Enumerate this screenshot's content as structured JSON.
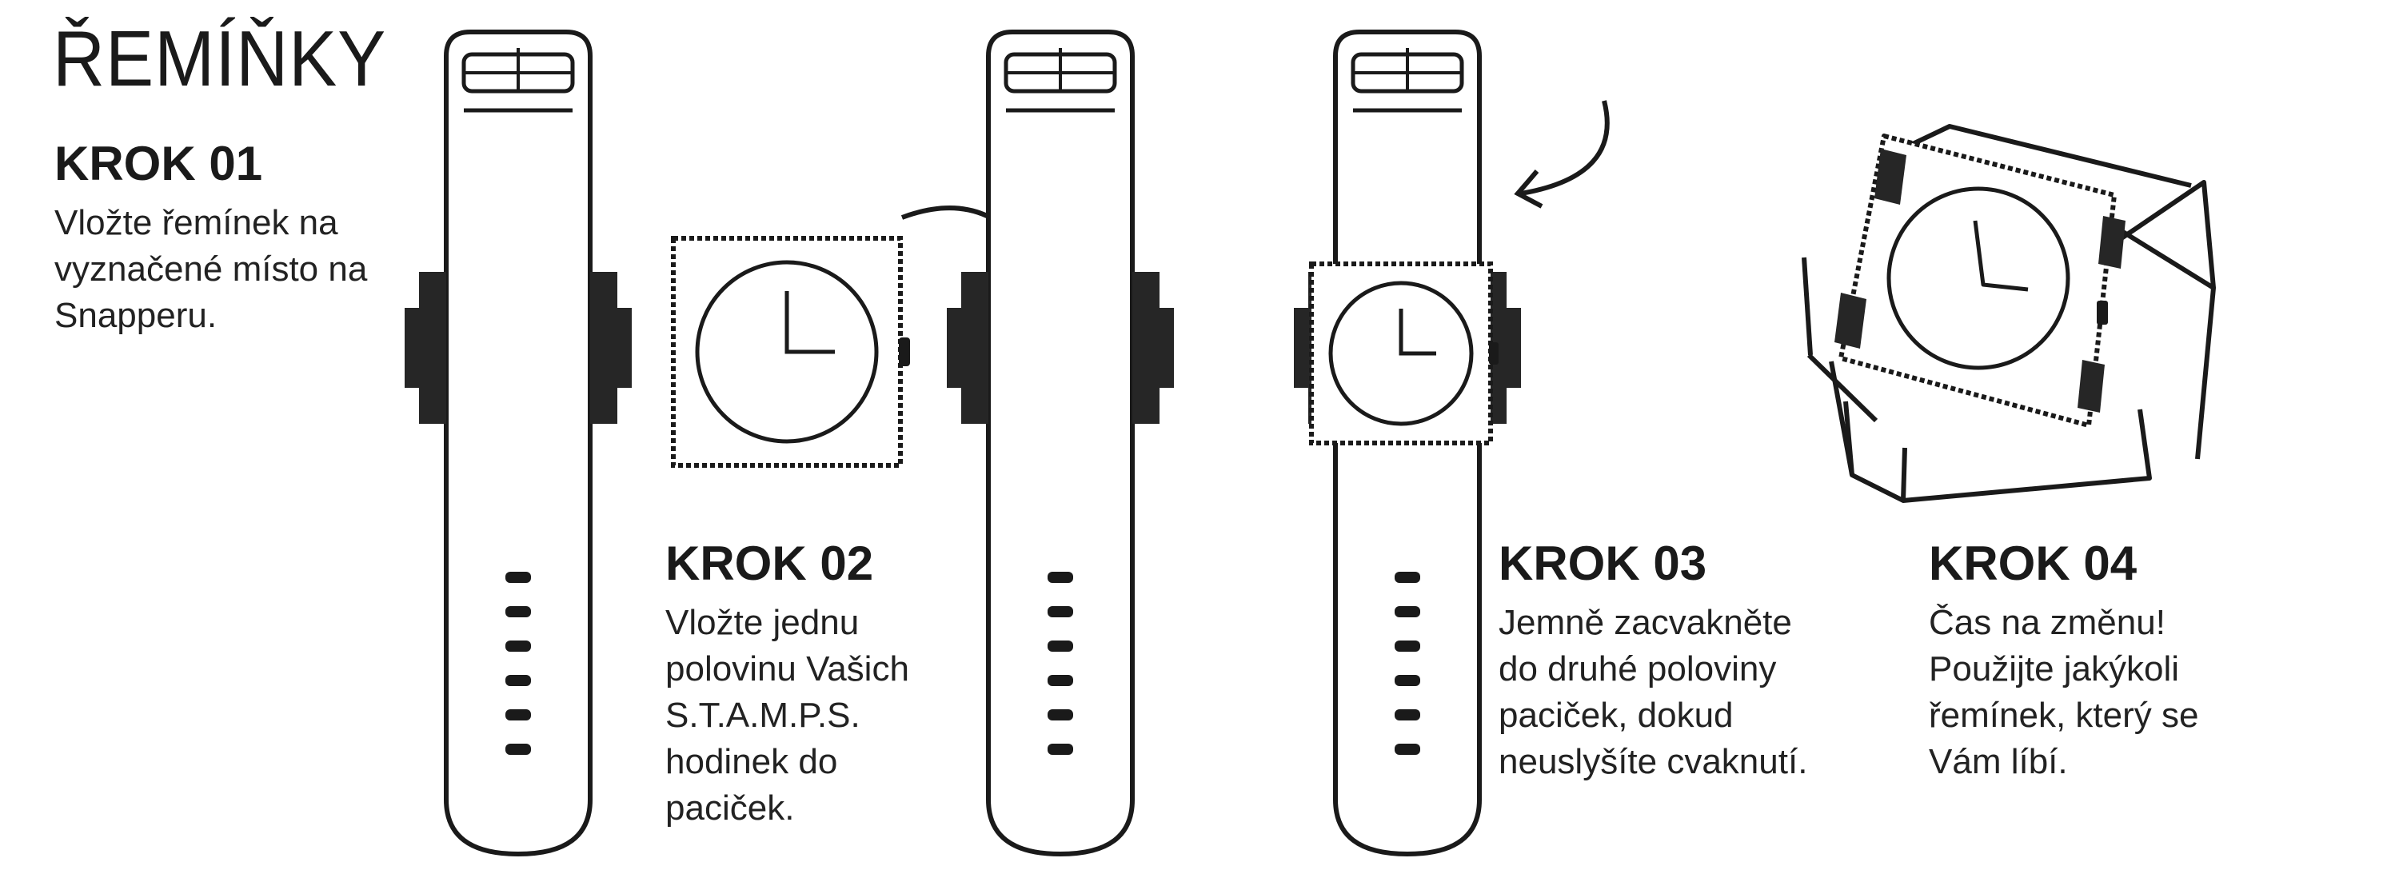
{
  "title": "ŘEMÍŇKY",
  "steps": [
    {
      "heading": "KROK 01",
      "lines": [
        "Vložte řemínek na",
        "vyznačené místo na",
        "Snapperu."
      ]
    },
    {
      "heading": "KROK 02",
      "lines": [
        "Vložte jednu",
        "polovinu Vašich",
        "S.T.A.M.P.S.",
        "hodinek do",
        "paciček."
      ]
    },
    {
      "heading": "KROK 03",
      "lines": [
        "Jemně zacvakněte",
        "do druhé poloviny",
        "paciček, dokud",
        "neuslyšíte cvaknutí."
      ]
    },
    {
      "heading": "KROK 04",
      "lines": [
        "Čas na změnu!",
        "Použijte jakýkoli",
        "řemínek, který se",
        "Vám líbí."
      ]
    }
  ],
  "colors": {
    "ink": "#1a1a1a",
    "background": "#ffffff"
  },
  "icons": [
    "watch-strap-icon",
    "snapper-clip-icon",
    "watch-face-icon",
    "curved-arrow-icon",
    "assembled-watch-icon"
  ]
}
